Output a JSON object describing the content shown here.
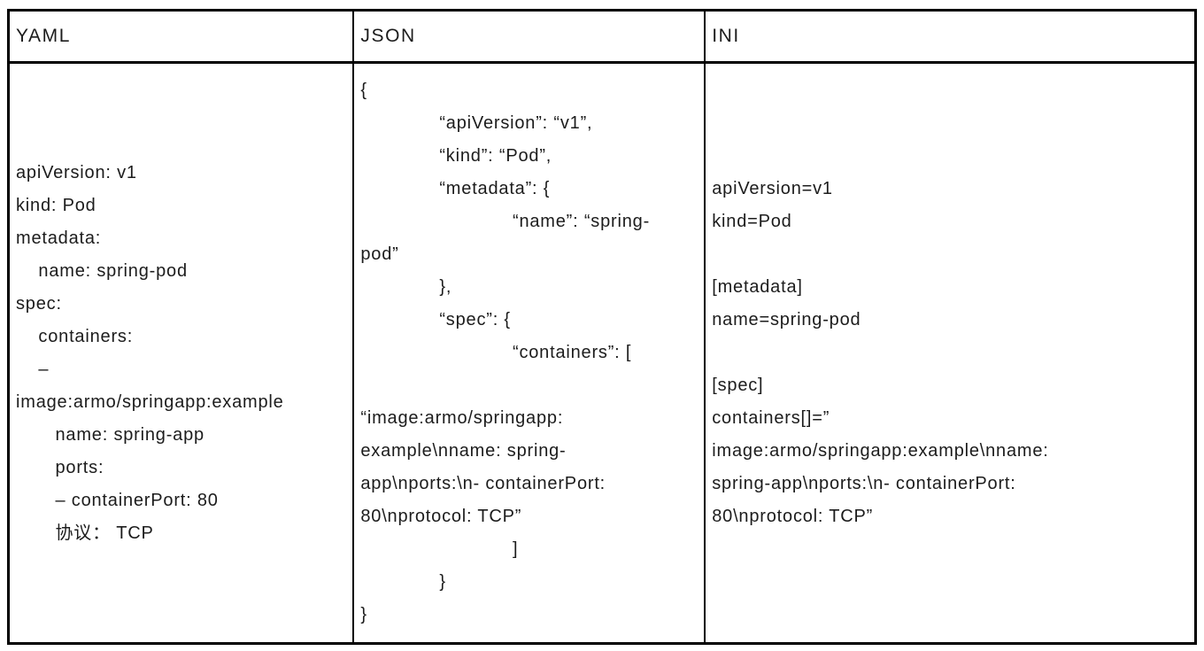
{
  "page": {
    "background_color": "#ffffff",
    "text_color": "#1c1c1c",
    "border_color": "#000000"
  },
  "table": {
    "columns": [
      {
        "header": "YAML",
        "lines": [
          "apiVersion: v1",
          "kind: Pod",
          "metadata:",
          "    name: spring-pod",
          "spec:",
          "    containers:",
          "    –",
          "image:armo/springapp:example",
          "       name: spring-app",
          "       ports:",
          "       – containerPort: 80",
          "       协议： TCP"
        ]
      },
      {
        "header": "JSON",
        "lines": [
          "{",
          "              “apiVersion”: “v1”,",
          "              “kind”: “Pod”,",
          "              “metadata”: {",
          "                           “name”: “spring-",
          "pod”",
          "              },",
          "              “spec”: {",
          "                           “containers”: [",
          "",
          "“image:armo/springapp:",
          "example\\nname: spring-",
          "app\\nports:\\n- containerPort:",
          "80\\nprotocol: TCP”",
          "                           ]",
          "              }",
          "}"
        ]
      },
      {
        "header": "INI",
        "lines": [
          "apiVersion=v1",
          "kind=Pod",
          "",
          "[metadata]",
          "name=spring-pod",
          "",
          "[spec]",
          "containers[]=”",
          "image:armo/springapp:example\\nname:",
          "spring-app\\nports:\\n- containerPort:",
          "80\\nprotocol: TCP”"
        ]
      }
    ]
  }
}
